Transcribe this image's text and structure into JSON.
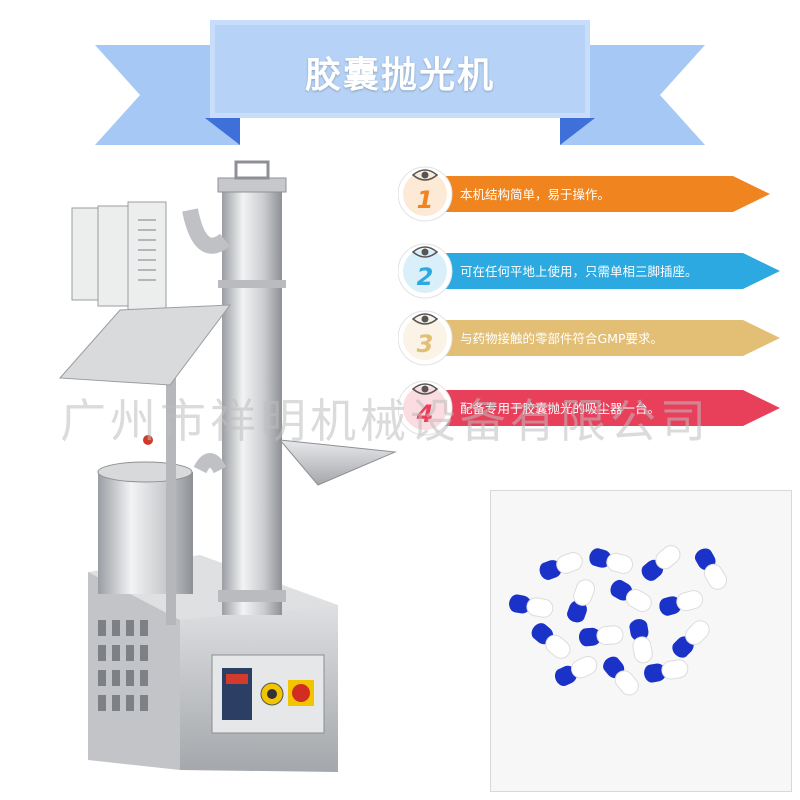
{
  "banner": {
    "title": "胶囊抛光机"
  },
  "features": [
    {
      "number": "1",
      "text": "本机结构简单，易于操作。",
      "color": "#f0841e"
    },
    {
      "number": "2",
      "text": "可在任何平地上使用，只需单相三脚插座。",
      "color": "#2ca9e1"
    },
    {
      "number": "3",
      "text": "与药物接触的零部件符合GMP要求。",
      "color": "#e2bf74"
    },
    {
      "number": "4",
      "text": "配备专用于胶囊抛光的吸尘器一台。",
      "color": "#e83f5b"
    }
  ],
  "watermark": "广州市祥明机械设备有限公司",
  "colors": {
    "ribbon_light": "#c7ddf9",
    "ribbon_dark": "#3f6fd8",
    "ribbon_mid": "#a6c8f4"
  }
}
